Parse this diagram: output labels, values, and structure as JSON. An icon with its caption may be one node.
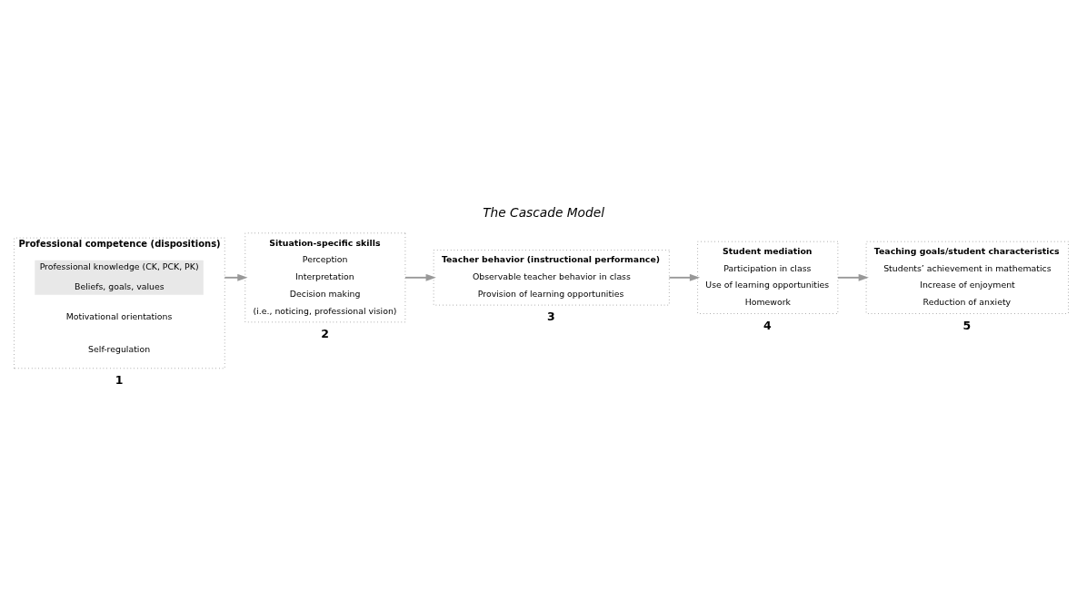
{
  "diagram": {
    "title": "The Cascade Model",
    "nodes": [
      {
        "text": [
          "Professional competence (dispositions)",
          "Motivational orientations",
          "Self-regulation"
        ],
        "beside": [
          "1"
        ]
      },
      {
        "text": [
          "Situation-specific skills",
          "Perception",
          "Interpretation",
          "Decision making",
          "(i.e., noticing, professional vision)"
        ],
        "beside": [
          "2"
        ]
      },
      {
        "text": [
          "Teacher behavior (instructional performance)",
          "Observable teacher behavior in class",
          "Provision of learning opportunities"
        ],
        "beside": [
          "3"
        ]
      },
      {
        "text": [
          "Student mediation",
          "Participation in class",
          "Use of learning opportunities",
          "Homework"
        ],
        "beside": [
          "4"
        ]
      },
      {
        "text": [
          "Teaching goals/student characteristics",
          "Students’ achievement in mathematics",
          "Increase of enjoyment",
          "Reduction of anxiety"
        ],
        "beside": [
          "5"
        ]
      },
      {
        "text": [
          "Professional knowledge (CK, PCK, PK)",
          "Beliefs, goals, values"
        ],
        "in": 0
      }
    ],
    "edges": [
      {
        "from": 0,
        "to": 1,
        "arrow": "to"
      },
      {
        "from": 1,
        "to": 2,
        "arrow": "to"
      },
      {
        "from": 2,
        "to": 3,
        "arrow": "to"
      },
      {
        "from": 3,
        "to": 4,
        "arrow": "to"
      }
    ]
  }
}
